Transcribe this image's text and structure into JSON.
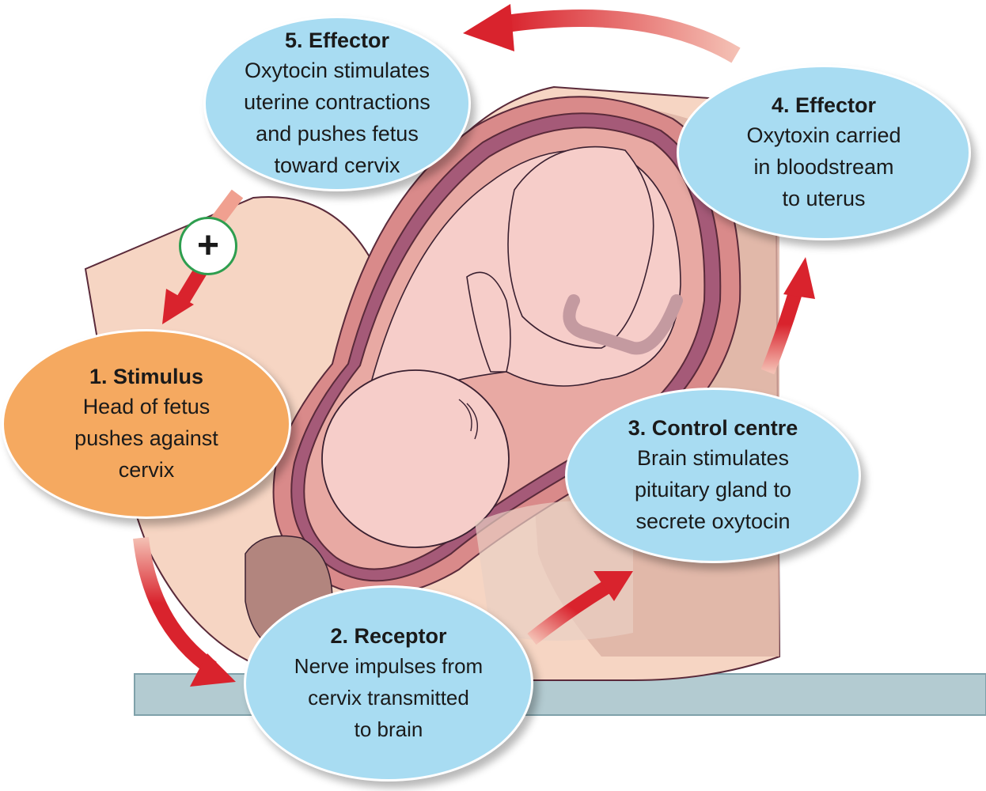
{
  "title": "Positive feedback loop in childbirth (oxytocin)",
  "steps": [
    {
      "id": 1,
      "heading": "1. Stimulus",
      "lines": [
        "Head of fetus",
        "pushes against",
        "cervix"
      ],
      "color": "#f5a960"
    },
    {
      "id": 2,
      "heading": "2. Receptor",
      "lines": [
        "Nerve impulses from",
        "cervix transmitted",
        "to brain"
      ],
      "color": "#a8dcf2"
    },
    {
      "id": 3,
      "heading": "3. Control centre",
      "lines": [
        "Brain stimulates",
        "pituitary gland to",
        "secrete oxytocin"
      ],
      "color": "#a8dcf2"
    },
    {
      "id": 4,
      "heading": "4. Effector",
      "lines": [
        "Oxytoxin carried",
        "in bloodstream",
        "to uterus"
      ],
      "color": "#a8dcf2"
    },
    {
      "id": 5,
      "heading": "5. Effector",
      "lines": [
        "Oxytocin stimulates",
        "uterine contractions",
        "and pushes fetus",
        "toward cervix"
      ],
      "color": "#a8dcf2"
    }
  ],
  "feedback_sign": "+",
  "colors": {
    "arrow": "#d9232d",
    "plus_ring": "#2e9e4f",
    "bubble_blue": "#a8dcf2",
    "bubble_orange": "#f5a960",
    "skin": "#f6d5c3",
    "uterus_wall": "#d98a8a",
    "fetus": "#f6cdc9",
    "table": "#b3cbd1"
  }
}
